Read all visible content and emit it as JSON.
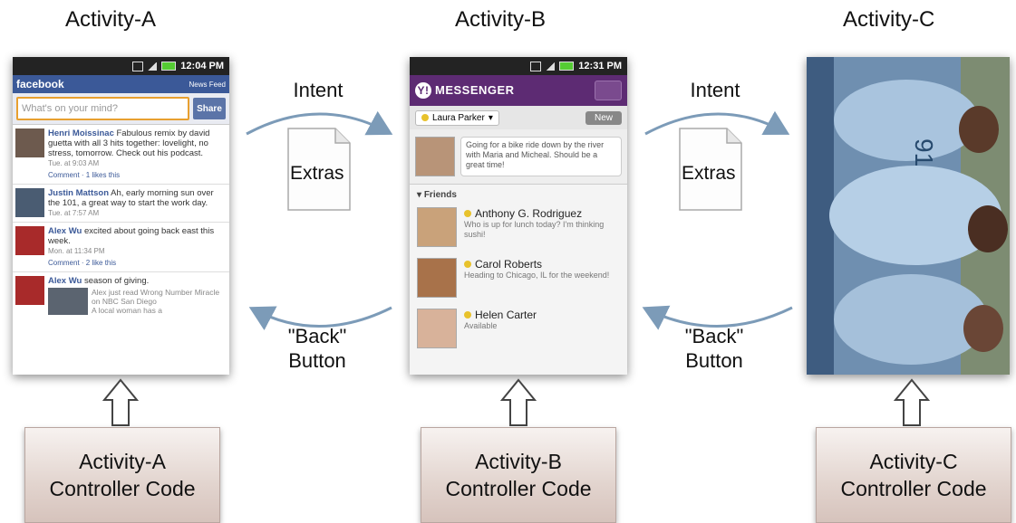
{
  "activities": [
    {
      "title": "Activity-A",
      "controller_line1": "Activity-A",
      "controller_line2": "Controller Code"
    },
    {
      "title": "Activity-B",
      "controller_line1": "Activity-B",
      "controller_line2": "Controller Code"
    },
    {
      "title": "Activity-C",
      "controller_line1": "Activity-C",
      "controller_line2": "Controller Code"
    }
  ],
  "transitions": {
    "intent_label": "Intent",
    "extras_label": "Extras",
    "back_line1": "\"Back\"",
    "back_line2": "Button"
  },
  "phone_a": {
    "time": "12:04 PM",
    "app_name": "facebook",
    "news_feed": "News Feed",
    "input_placeholder": "What's on your mind?",
    "share_label": "Share",
    "posts": [
      {
        "name": "Henri Moissinac",
        "text": "Fabulous remix by david guetta with all 3 hits together: lovelight, no stress, tomorrow. Check out his podcast.",
        "time": "Tue. at 9:03 AM",
        "comment": "Comment",
        "likes": "1 likes this"
      },
      {
        "name": "Justin Mattson",
        "text": "Ah, early morning sun over the 101, a great way to start the work day.",
        "time": "Tue. at 7:57 AM",
        "comment": "",
        "likes": ""
      },
      {
        "name": "Alex Wu",
        "text": "excited about going back east this week.",
        "time": "Mon. at 11:34 PM",
        "comment": "Comment",
        "likes": "2 like this"
      },
      {
        "name": "Alex Wu",
        "text": "season of giving.",
        "time": "",
        "comment": "",
        "likes": ""
      }
    ],
    "shared_link": "Alex just read Wrong Number Miracle on NBC San Diego",
    "shared_link_sub": "A local woman has a"
  },
  "phone_b": {
    "time": "12:31 PM",
    "app_name": "MESSENGER",
    "user": "Laura Parker",
    "new_label": "New",
    "status": "Going for a bike ride down by the river with Maria and Micheal. Should be a great time!",
    "friends_header": "Friends",
    "friends": [
      {
        "name": "Anthony G. Rodriguez",
        "status": "Who is up for lunch today? I'm thinking sushi!"
      },
      {
        "name": "Carol Roberts",
        "status": "Heading to Chicago, IL for the weekend!"
      },
      {
        "name": "Helen Carter",
        "status": "Available"
      }
    ]
  },
  "colors": {
    "facebook_blue": "#3b5998",
    "messenger_purple": "#5d2b73",
    "arrow": "#7c9bb8",
    "online_dot": "#e8c22c"
  }
}
